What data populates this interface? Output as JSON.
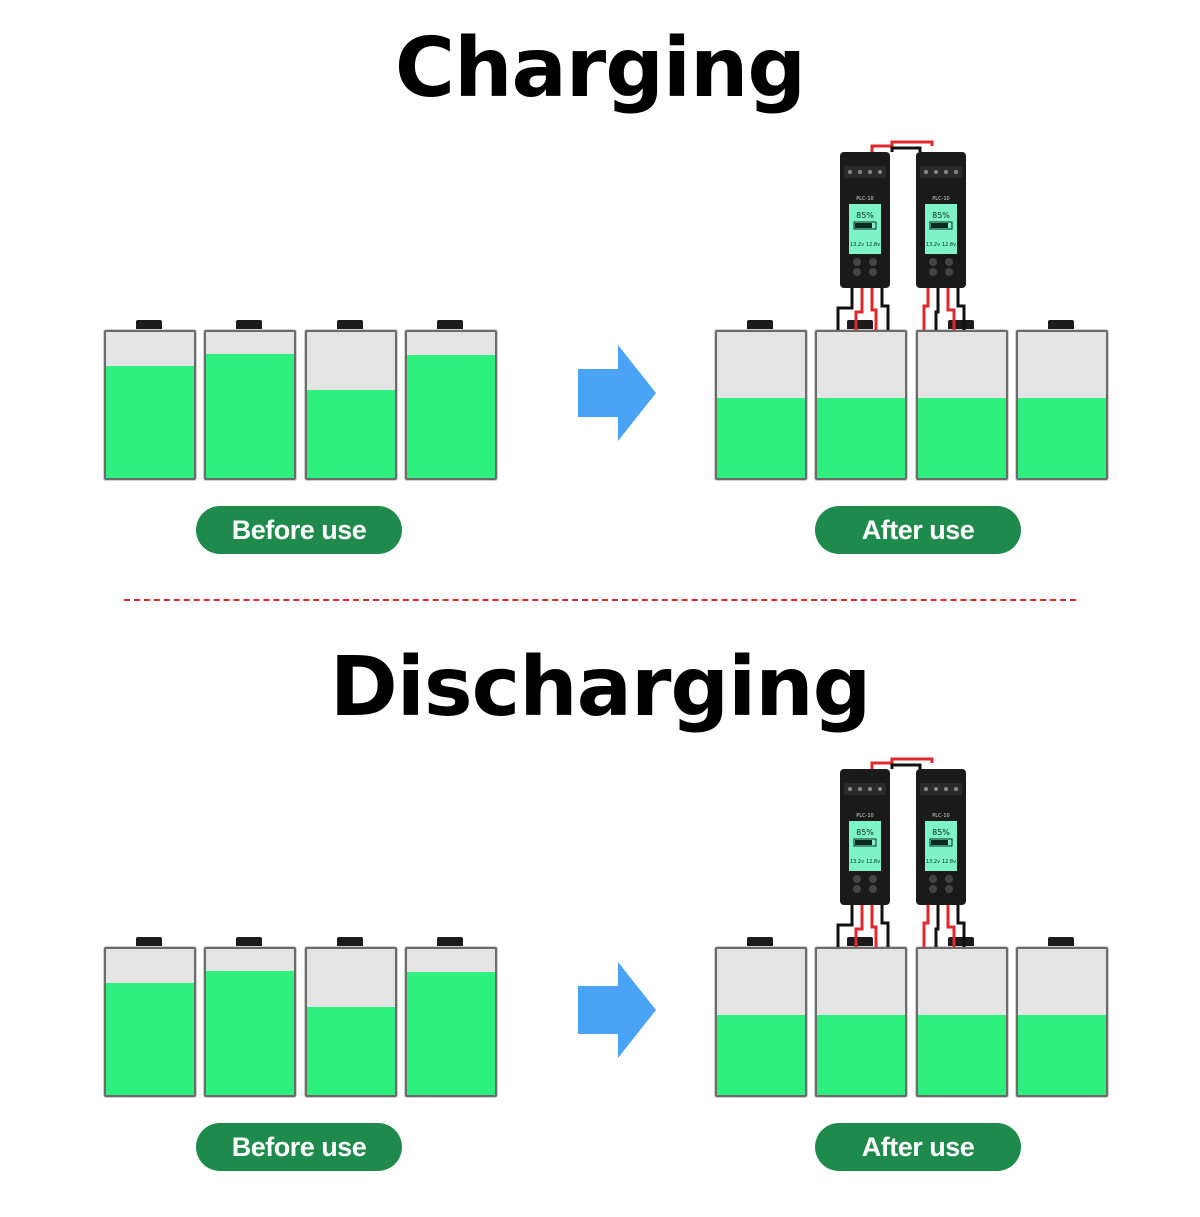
{
  "sections": [
    {
      "id": "charging",
      "title": "Charging",
      "before_label": "Before use",
      "after_label": "After use",
      "before_levels": [
        0.77,
        0.85,
        0.6,
        0.84
      ],
      "after_levels": [
        0.55,
        0.55,
        0.55,
        0.55
      ]
    },
    {
      "id": "discharging",
      "title": "Discharging",
      "before_label": "Before use",
      "after_label": "After use",
      "before_levels": [
        0.77,
        0.85,
        0.6,
        0.84
      ],
      "after_levels": [
        0.55,
        0.55,
        0.55,
        0.55
      ]
    }
  ],
  "device": {
    "model": "PLC-10",
    "percent": "85%",
    "voltage_left": "13.2v",
    "voltage_right": "12.8v"
  },
  "colors": {
    "battery_fill": "#2ef07e",
    "battery_empty": "#e4e4e4",
    "arrow": "#4aa3f5",
    "pill": "#1e8a4c",
    "divider": "#e0282c",
    "wire_red": "#e0282c",
    "wire_black": "#111111"
  },
  "icons": [
    "battery-icon",
    "arrow-right-icon",
    "balancer-device-icon"
  ]
}
